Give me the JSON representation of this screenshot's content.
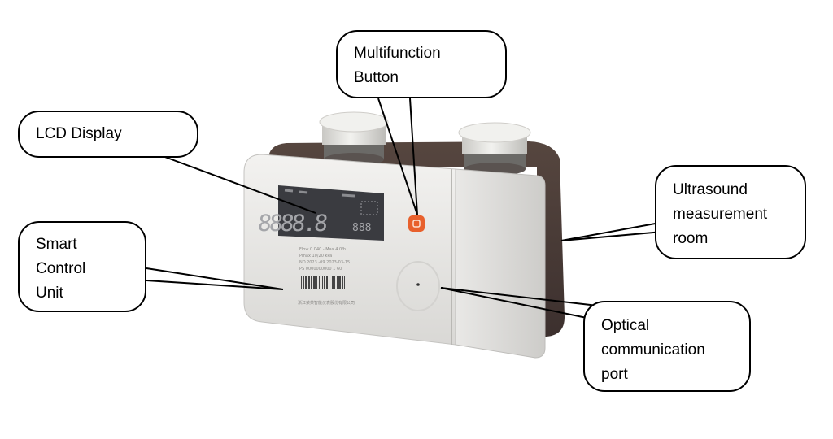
{
  "callouts": {
    "lcd_display": {
      "lines": [
        "LCD Display"
      ]
    },
    "multifunction_button": {
      "lines": [
        "Multifunction",
        "Button"
      ]
    },
    "smart_control_unit": {
      "lines": [
        "Smart",
        "Control",
        "Unit"
      ]
    },
    "ultrasound_room": {
      "lines": [
        "Ultrasound",
        "measurement",
        "room"
      ]
    },
    "optical_port": {
      "lines": [
        "Optical",
        "communication",
        "port"
      ]
    }
  },
  "device": {
    "lcd_digits": "8888.8",
    "lcd_small_digits": "888",
    "label_lines": [
      "Flow 0.040 - Max 4.0/h",
      "Pmax 10/20 kPa",
      "NO.2023 -09  2023-03-15",
      "PS 0000000000  1 60"
    ],
    "manufacturer_text": "浙江某某智能仪表股份有限公司"
  },
  "colors": {
    "case_light": "#ebeae8",
    "case_shadow": "#cfcecb",
    "body_dark": "#4a3c3b",
    "lcd_bg": "#3a3b40",
    "button_orange": "#e8602c",
    "cap_light": "#e6e6e3"
  }
}
